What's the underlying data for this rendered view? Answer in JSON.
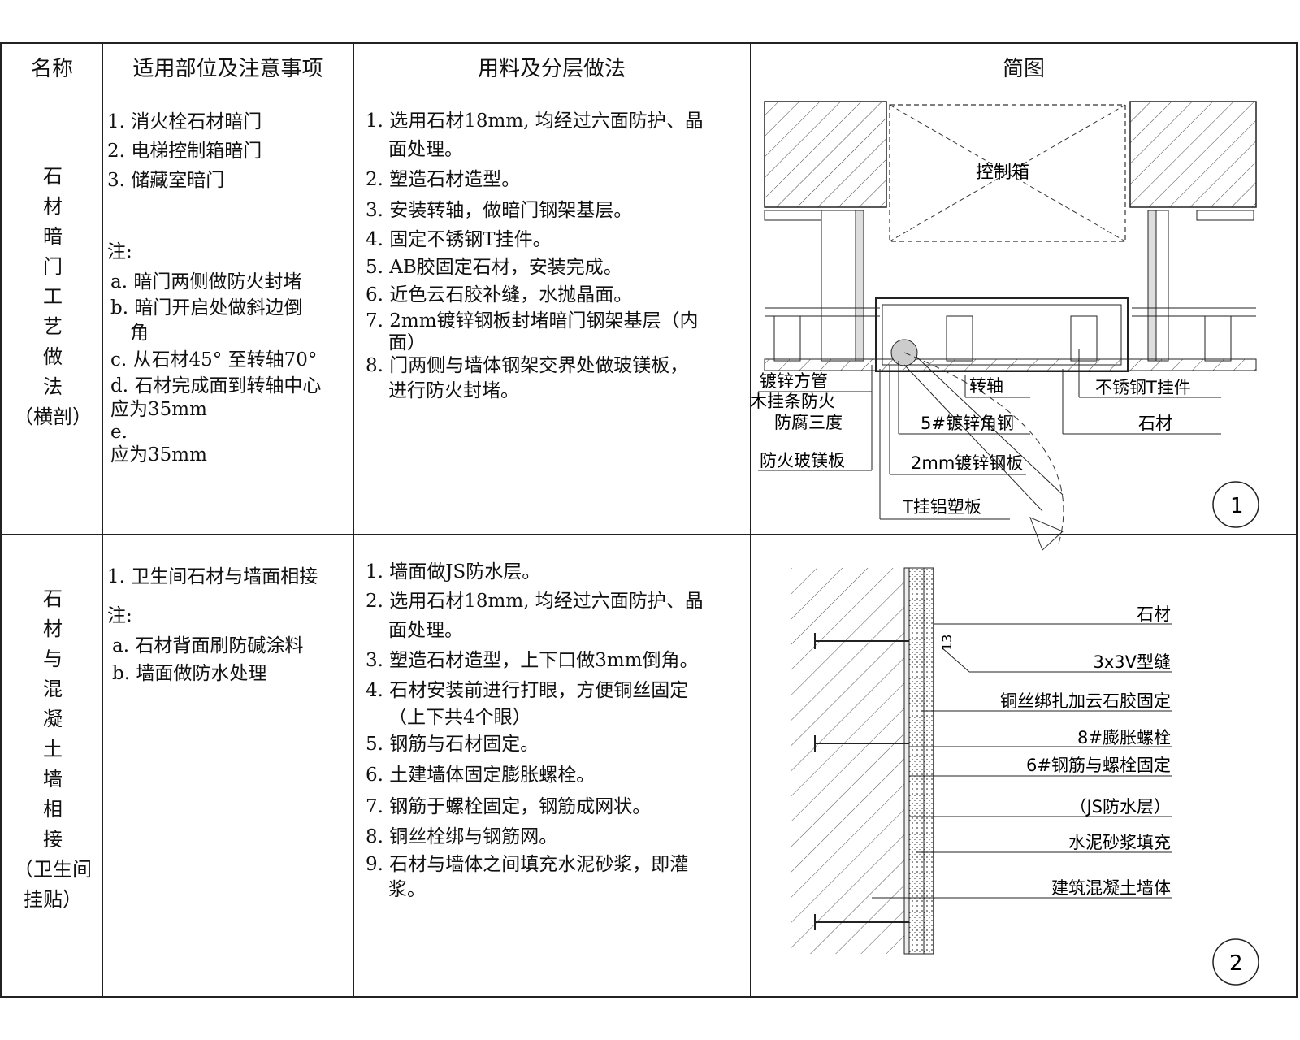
{
  "header": {
    "col1": "名称",
    "col2": "适用部位及注意事项",
    "col3": "用料及分层做法",
    "col4": "简图"
  },
  "rows": [
    {
      "name_chars": [
        "石",
        "材",
        "暗",
        "门",
        "工",
        "艺",
        "做",
        "法",
        "（横剖）"
      ],
      "usage": [
        "1. 消火栓石材暗门",
        "2. 电梯控制箱暗门",
        "3. 储藏室暗门"
      ],
      "note_label": "注:",
      "notes": [
        "a. 暗门两侧做防火封堵",
        "b. 暗门开启处做斜边倒",
        "角",
        "c. 从石材45°  至转轴70°",
        "d. 石材完成面到转轴中心",
        "应为35mm",
        "e.",
        "应为35mm"
      ],
      "steps": [
        "1. 选用石材18mm, 均经过六面防护、晶",
        "面处理。",
        "2. 塑造石材造型。",
        "3. 安装转轴，做暗门钢架基层。",
        "4. 固定不锈钢T挂件。",
        "5. AB胶固定石材，安装完成。",
        "6. 近色云石胶补缝，水抛晶面。",
        "7. 2mm镀锌钢板封堵暗门钢架基层（内",
        "面）",
        "8. 门两侧与墙体钢架交界处做玻镁板，",
        "进行防火封堵。"
      ],
      "diagram": {
        "number": "1",
        "labels": {
          "box": "控制箱",
          "tube": "镀锌方管",
          "wood1": "木挂条防火",
          "wood2": "防腐三度",
          "mgo": "防火玻镁板",
          "pivot": "转轴",
          "angle": "5#镀锌角钢",
          "plate": "2mm镀锌钢板",
          "tclip": "不锈钢T挂件",
          "stone": "石材",
          "alu": "T挂铝塑板"
        }
      }
    },
    {
      "name_chars": [
        "石",
        "材",
        "与",
        "混",
        "凝",
        "土",
        "墙",
        "相",
        "接",
        "（卫生间",
        "挂贴）"
      ],
      "usage": [
        "1. 卫生间石材与墙面相接"
      ],
      "note_label": "注:",
      "notes": [
        "a. 石材背面刷防碱涂料",
        "b. 墙面做防水处理"
      ],
      "steps": [
        "1. 墙面做JS防水层。",
        "2. 选用石材18mm, 均经过六面防护、晶",
        "面处理。",
        "3. 塑造石材造型，上下口做3mm倒角。",
        "4. 石材安装前进行打眼，方便铜丝固定",
        "（上下共4个眼）",
        "5. 钢筋与石材固定。",
        "6. 土建墙体固定膨胀螺栓。",
        "7. 钢筋于螺栓固定，钢筋成网状。",
        "8. 铜丝栓绑与钢筋网。",
        "9. 石材与墙体之间填充水泥砂浆，即灌",
        "浆。"
      ],
      "diagram": {
        "number": "2",
        "dim": "13",
        "labels": [
          "石材",
          "3x3V型缝",
          "铜丝绑扎加云石胶固定",
          "8#膨胀螺栓",
          "6#钢筋与螺栓固定",
          "（JS防水层）",
          "水泥砂浆填充",
          "建筑混凝土墙体"
        ]
      }
    }
  ]
}
